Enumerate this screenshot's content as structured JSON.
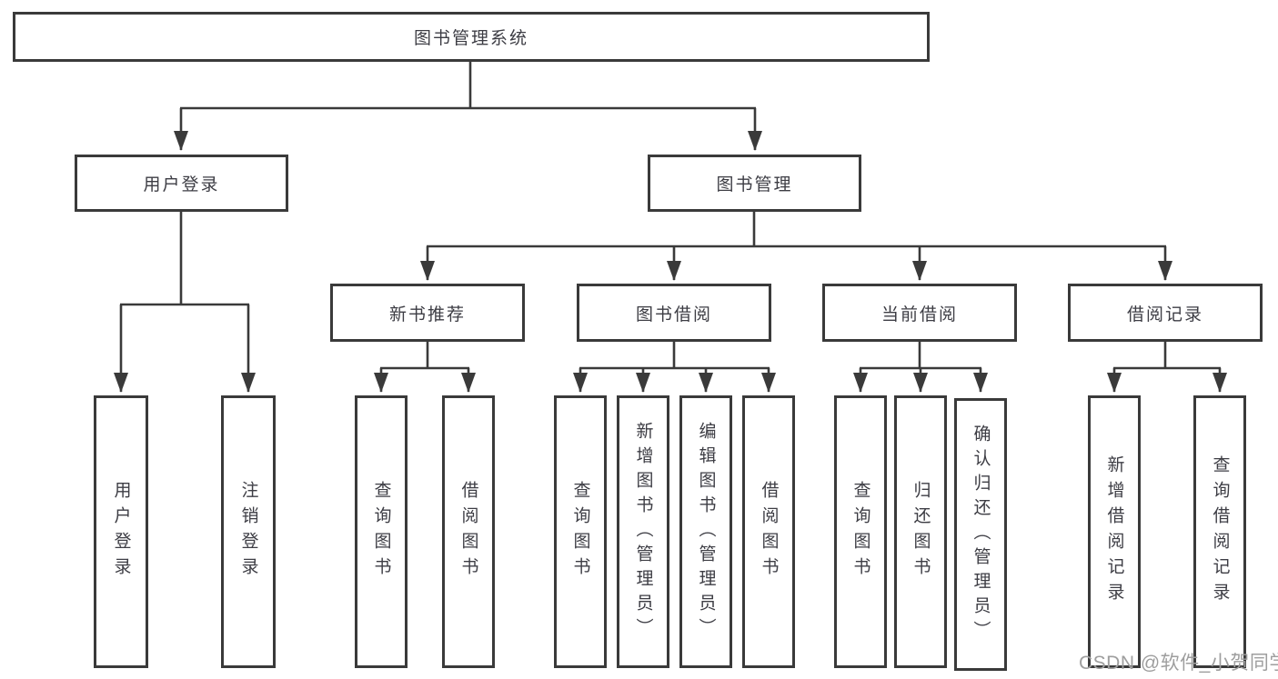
{
  "diagram_title": "图书管理系统",
  "tree": {
    "root": "图书管理系统",
    "level2": [
      "用户登录",
      "图书管理"
    ],
    "level3": [
      "新书推荐",
      "图书借阅",
      "当前借阅",
      "借阅记录"
    ],
    "leaves": [
      [
        "用户登录",
        "注销登录"
      ],
      [
        "查询图书",
        "借阅图书"
      ],
      [
        "查询图书",
        "新增图书（管理员）",
        "编辑图书（管理员）",
        "借阅图书"
      ],
      [
        "查询图书",
        "归还图书",
        "确认归还（管理员）"
      ],
      [
        "新增借阅记录",
        "查询借阅记录"
      ]
    ]
  },
  "watermark": "CSDN @软件_小贺同学",
  "colors": {
    "line": "#3a3a3a",
    "box_border": "#3a3a3a",
    "text": "#3d3d44",
    "watermark": "#9e9e9e",
    "background": "#ffffff"
  }
}
